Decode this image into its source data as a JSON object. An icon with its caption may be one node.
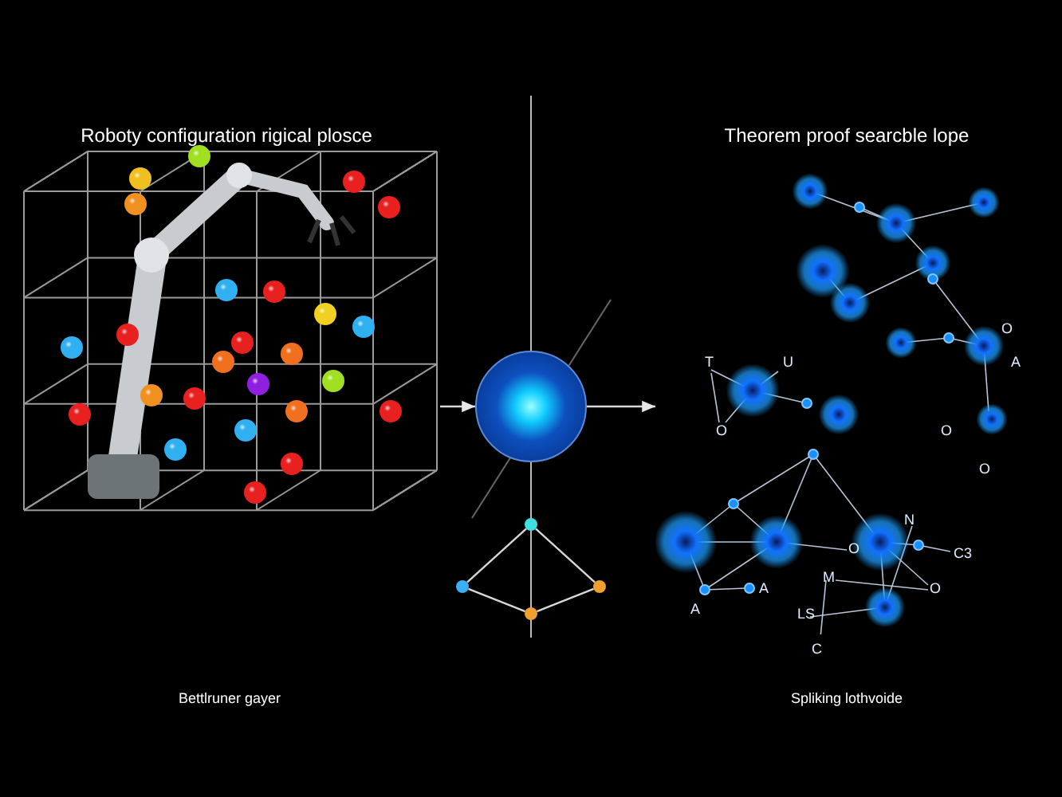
{
  "diagram": {
    "nodes": [
      {
        "text": [
          "Roboty configuration rigical plosce"
        ]
      },
      {
        "text": [],
        "shape": "circle"
      },
      {
        "text": [
          "Theorem proof searcble lope"
        ]
      },
      {
        "text": [],
        "shape": "circle"
      },
      {
        "text": [],
        "shape": "circle"
      },
      {
        "text": [],
        "shape": "circle"
      },
      {
        "text": [],
        "shape": "circle"
      }
    ],
    "edges": [
      {
        "from": 0,
        "to": 1,
        "arrow": "to"
      },
      {
        "from": 1,
        "to": 2,
        "arrow": "to"
      },
      {
        "from": 3,
        "to": 4,
        "arrow": "none"
      },
      {
        "from": 3,
        "to": 5,
        "arrow": "none"
      },
      {
        "from": 4,
        "to": 6,
        "arrow": "none"
      },
      {
        "from": 5,
        "to": 6,
        "arrow": "none"
      }
    ],
    "labels": [
      "O",
      "T",
      "U",
      "A",
      "O",
      "O",
      "O",
      "N",
      "C3",
      "O",
      "M",
      "A",
      "O",
      "A",
      "LS",
      "C",
      "Bettlruner gayer",
      "Spliking lothvoide"
    ]
  }
}
